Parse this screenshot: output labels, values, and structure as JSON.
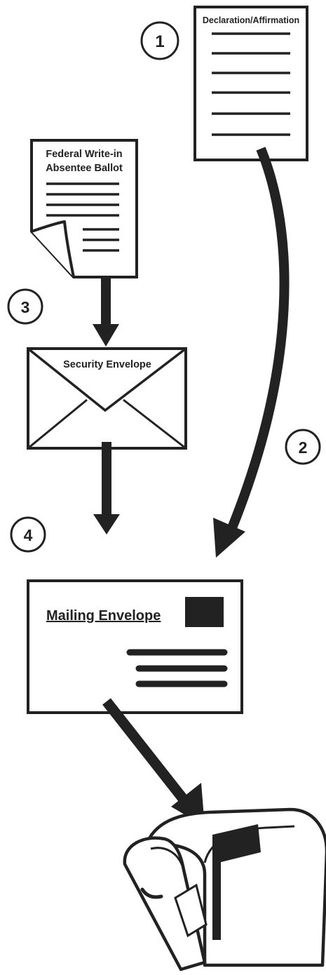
{
  "steps": {
    "step1": "1",
    "step2": "2",
    "step3": "3",
    "step4": "4"
  },
  "documents": {
    "declaration_title": "Declaration/Affirmation",
    "ballot_title_line1": "Federal Write-in",
    "ballot_title_line2": "Absentee Ballot"
  },
  "envelopes": {
    "security_label": "Security Envelope",
    "mailing_label": "Mailing Envelope"
  },
  "colors": {
    "ink": "#222222",
    "paper": "#ffffff"
  }
}
